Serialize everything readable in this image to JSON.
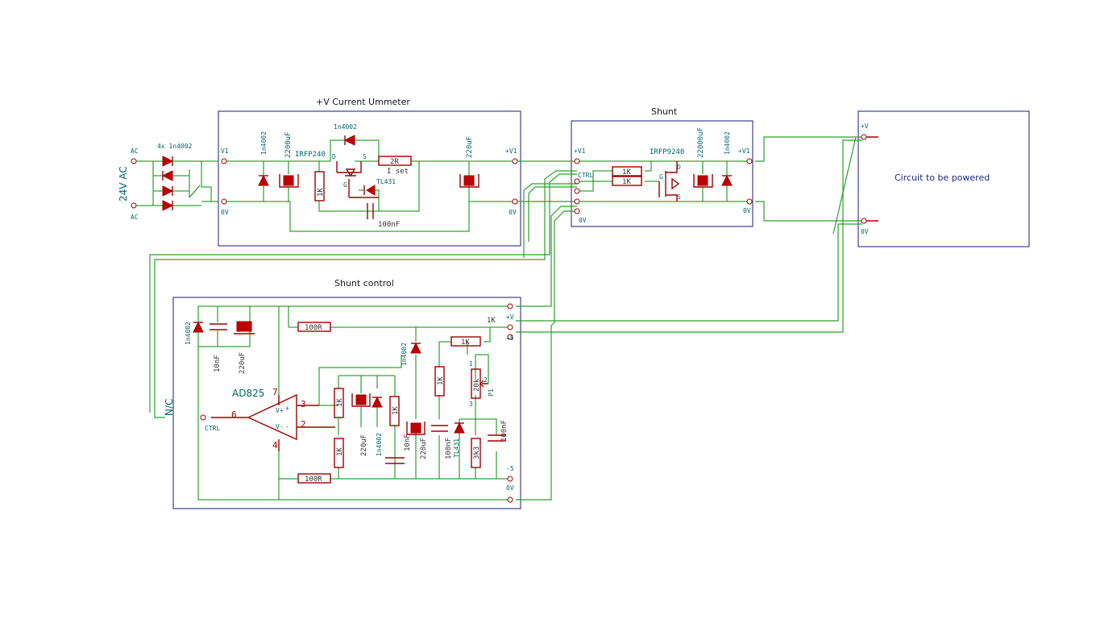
{
  "sheets": {
    "ammeter_title": "+V Current Ummeter",
    "shunt_title": "Shunt",
    "control_title": "Shunt control",
    "powered_label": "Circuit to be powered"
  },
  "input": {
    "voltage": "24V AC",
    "ac_top": "AC",
    "ac_bottom": "AC",
    "bridge": "4x 1n4002"
  },
  "ammeter": {
    "pin_v1_in": "V1",
    "pin_0v_in": "0V",
    "pin_v1_out": "+V1",
    "pin_0v_out": "0V",
    "diode": "1n4002",
    "cap1": "2200uF",
    "mosfet": "IRFP240",
    "diode2": "1n4002",
    "r_1k": "1K",
    "resistor": "2R",
    "iset": "I set",
    "reg": "TL431",
    "cap2": "100nF",
    "cap3": "220uF",
    "pin_d": "D",
    "pin_s": "S",
    "pin_g": "G"
  },
  "shunt": {
    "pin_v1": "+V1",
    "pin_ctrl": "CTRL",
    "pin_0v": "0V",
    "mosfet": "IRFP9240",
    "r1": "1K",
    "r2": "1K",
    "cap": "22000uF",
    "diode": "1n4002",
    "pin_v1_out": "+V1",
    "pin_0v_out": "0V",
    "pin_g": "G",
    "pin_d": "D",
    "pin_s": "S"
  },
  "powered": {
    "pin_v": "+V",
    "pin_0v": "0V"
  },
  "control": {
    "diode": "1n4002",
    "cap1": "10nF",
    "cap2": "220uF",
    "r_top": "100R",
    "r_bottom": "100R",
    "opamp": "AD825",
    "nc": "N/C",
    "ctrl": "CTRL",
    "pin_v": "+V",
    "pin_5": "+5",
    "pin_m5": "-5",
    "pin_0v": "0V",
    "r1k_a": "1K",
    "r1k_b": "1K",
    "r1k_c": "1K",
    "r1k_d": "1K",
    "r1k_e": "1K",
    "r1k_f": "1K",
    "cap3": "220uF",
    "diode2": "1n4002",
    "diode3": "1n4002",
    "cap4": "10nF",
    "cap5": "220uF",
    "cap6": "100nF",
    "reg": "TL431",
    "pot": "20k",
    "pot_ref": "P1",
    "r3k3": "3k3",
    "cap7": "100nF",
    "pin7": "7",
    "pin6": "6",
    "pin3": "3",
    "pin2": "2",
    "pin4": "4",
    "pot_pin1": "1",
    "pot_pin2": "2",
    "pot_pin3": "3",
    "vplus": "V+",
    "vminus": "V-",
    "in_plus": "+",
    "in_minus": "-"
  }
}
